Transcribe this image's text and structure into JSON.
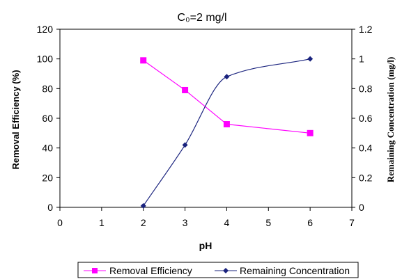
{
  "chart_data": {
    "type": "line",
    "title": "C₀=2 mg/l",
    "xlabel": "pH",
    "ylabel_left": "Removal Efficiency (%)",
    "ylabel_right": "Remaining Concentration (mg/l)",
    "xlim": [
      0,
      7
    ],
    "xticks": [
      0,
      1,
      2,
      3,
      4,
      5,
      6,
      7
    ],
    "ylim_left": [
      0,
      120
    ],
    "yticks_left": [
      0,
      20,
      40,
      60,
      80,
      100,
      120
    ],
    "ylim_right": [
      0,
      1.2
    ],
    "yticks_right": [
      0,
      0.2,
      0.4,
      0.6,
      0.8,
      1,
      1.2
    ],
    "grid": false,
    "legend_position": "bottom",
    "series": [
      {
        "name": "Removal Efficiency",
        "axis": "left",
        "color": "#ff00ff",
        "marker": "square",
        "smooth": false,
        "x": [
          2,
          3,
          4,
          6
        ],
        "y": [
          99,
          79,
          56,
          50
        ]
      },
      {
        "name": "Remaining Concentration",
        "axis": "right",
        "color": "#1a237e",
        "marker": "diamond",
        "smooth": true,
        "x": [
          2,
          3,
          4,
          6
        ],
        "y": [
          0.01,
          0.42,
          0.88,
          1.0
        ]
      }
    ]
  }
}
